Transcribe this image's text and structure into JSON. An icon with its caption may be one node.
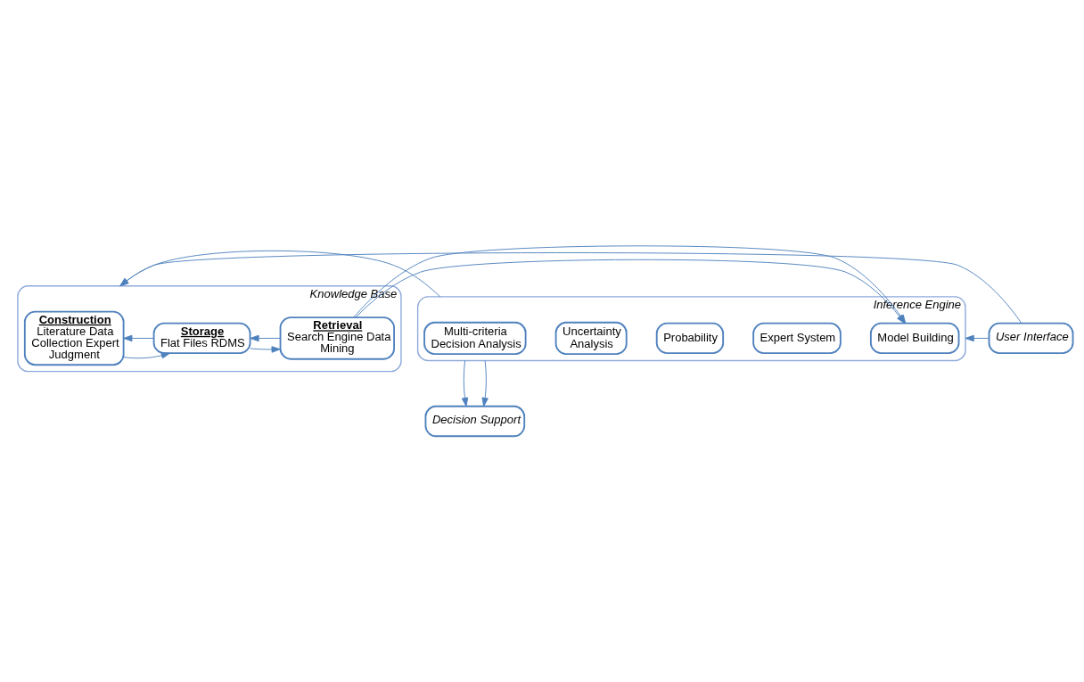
{
  "diagram": {
    "nodes": [
      {
        "text": [
          "Knowledge Base"
        ]
      },
      {
        "text": [
          "Construction",
          "Literature Data Collection Expert Judgment"
        ],
        "in": 0
      },
      {
        "text": [
          "Storage",
          "Flat Files RDMS"
        ],
        "in": 0
      },
      {
        "text": [
          "Retrieval",
          "Search Engine Data Mining"
        ],
        "in": 0
      },
      {
        "text": [
          "Inference Engine"
        ]
      },
      {
        "text": [
          "Model Building"
        ],
        "in": 4
      },
      {
        "text": [
          "Expert System"
        ],
        "in": 4
      },
      {
        "text": [
          "Probability"
        ],
        "in": 4
      },
      {
        "text": [
          "Uncertainty Analysis"
        ],
        "in": 4
      },
      {
        "text": [
          "Multi-criteria Decision Analysis"
        ],
        "in": 4
      },
      {
        "text": [
          "User Interface"
        ]
      },
      {
        "text": [
          "Decision Support"
        ]
      }
    ],
    "edges": [
      {
        "from": 1,
        "to": 2,
        "arrow": "to"
      },
      {
        "from": 2,
        "to": 1,
        "arrow": "to"
      },
      {
        "from": 2,
        "to": 3,
        "arrow": "to"
      },
      {
        "from": 3,
        "to": 2,
        "arrow": "to"
      },
      {
        "from": 0,
        "to": 4,
        "arrow": "to"
      },
      {
        "from": 4,
        "to": 0,
        "arrow": "to"
      },
      {
        "from": 10,
        "to": 0,
        "arrow": "to"
      },
      {
        "from": 10,
        "to": 4,
        "arrow": "to"
      },
      {
        "from": 4,
        "to": 11,
        "arrow": "to"
      },
      {
        "from": 4,
        "to": 11,
        "arrow": "to"
      }
    ]
  }
}
